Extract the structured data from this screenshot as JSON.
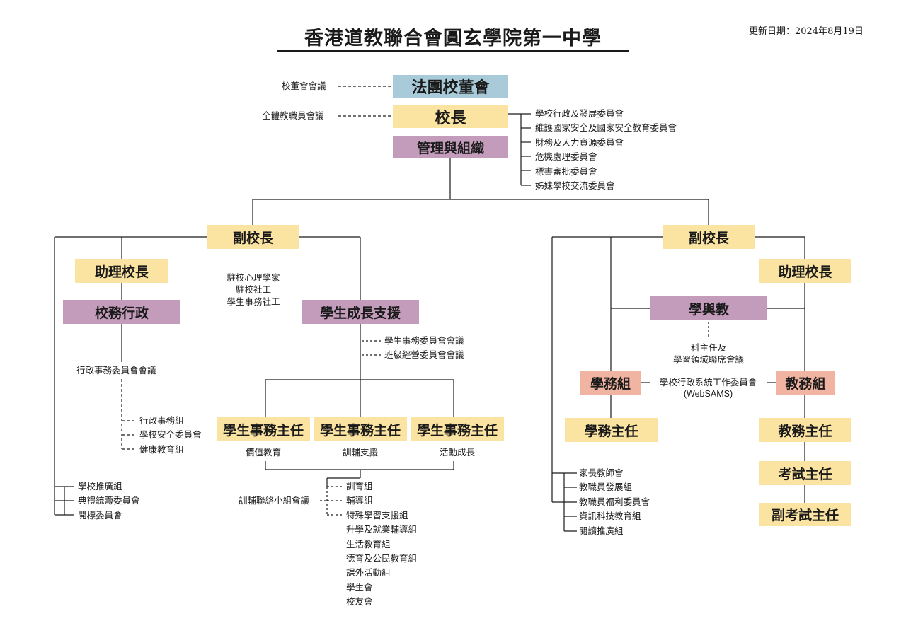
{
  "header": {
    "title": "香港道教聯合會圓玄學院第一中學",
    "updated": "更新日期：2024年8月19日"
  },
  "top": {
    "board": "法團校董會",
    "board_meeting": "校董會會議",
    "principal": "校長",
    "staff_meeting": "全體教職員會議",
    "management": "管理與組織",
    "committees": [
      "學校行政及發展委員會",
      "維護國家安全及國家安全教育委員會",
      "財務及人力資源委員會",
      "危機處理委員會",
      "標書審批委員會",
      "姊妹學校交流委員會"
    ]
  },
  "left": {
    "vice_principal": "副校長",
    "assistant_principal": "助理校長",
    "school_admin": "校務行政",
    "support_staff": [
      "駐校心理學家",
      "駐校社工",
      "學生事務社工"
    ],
    "admin_meeting": "行政事務委員會會議",
    "admin_groups": [
      "行政事務組",
      "學校安全委員會",
      "健康教育組"
    ],
    "promotion_groups": [
      "學校推廣組",
      "典禮統籌委員會",
      "開標委員會"
    ],
    "student_growth": "學生成長支援",
    "student_meetings": [
      "學生事務委員會會議",
      "班級經營委員會會議"
    ],
    "student_affairs_heads": [
      {
        "title": "學生事務主任",
        "sub": "價值教育"
      },
      {
        "title": "學生事務主任",
        "sub": "訓輔支援"
      },
      {
        "title": "學生事務主任",
        "sub": "活動成長"
      }
    ],
    "guidance_meeting": "訓輔聯絡小組會議",
    "guidance_groups": [
      "訓育組",
      "輔導組",
      "特殊學習支援組"
    ],
    "other_groups": [
      "升學及就業輔導組",
      "生活教育組",
      "德育及公民教育組",
      "課外活動組",
      "學生會",
      "校友會"
    ]
  },
  "right": {
    "vice_principal": "副校長",
    "assistant_principal": "助理校長",
    "learning_teaching": "學與教",
    "panel_meeting": [
      "科主任及",
      "學習領域聯席會議"
    ],
    "academic_affairs": "學務組",
    "websams": [
      "學校行政系統工作委員會",
      "(WebSAMS)"
    ],
    "school_affairs": "教務組",
    "academic_head": "學務主任",
    "school_affairs_head": "教務主任",
    "exam_head": "考試主任",
    "deputy_exam_head": "副考試主任",
    "groups": [
      "家長教師會",
      "教職員發展組",
      "教職員福利委員會",
      "資訊科技教育組",
      "閱讀推廣組"
    ]
  }
}
